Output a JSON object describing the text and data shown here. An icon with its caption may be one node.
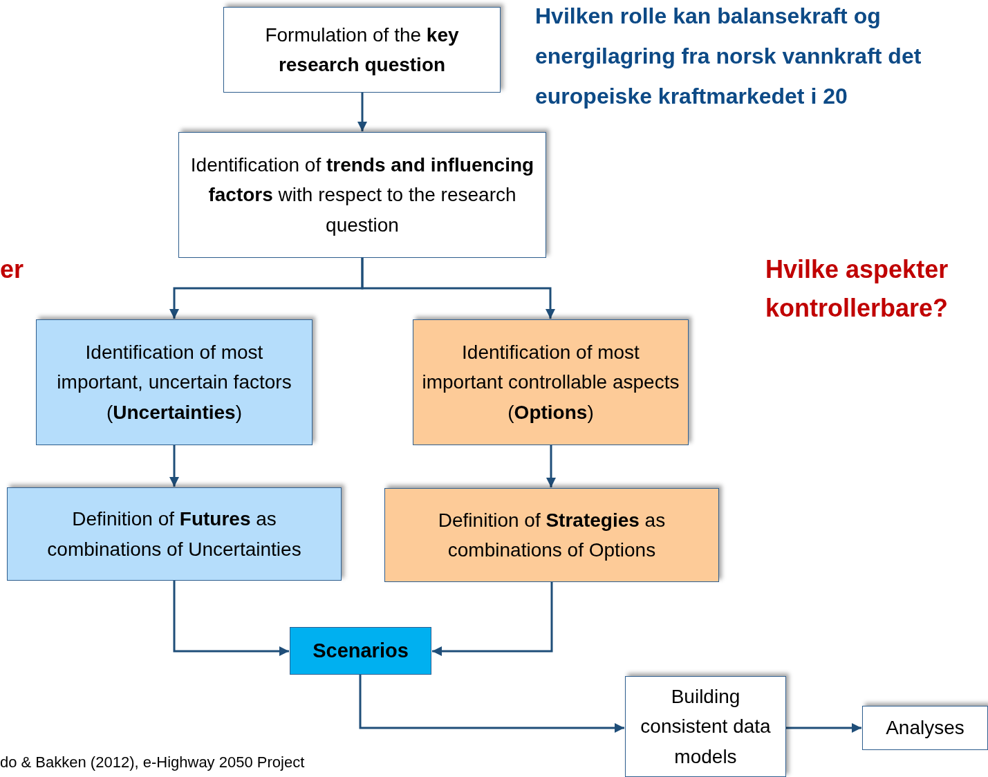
{
  "diagram": {
    "title": "Hvilken rolle kan balansekraft og energilagring fra norsk vannkraft det europeiske kraftmarkedet i 20",
    "caption": "do & Bakken (2012), e-Highway 2050 Project",
    "nodes": [
      {
        "text": [
          "Formulation of the **key research question**"
        ]
      },
      {
        "text": [
          "Identification of **trends and influencing factors** with respect to the research question"
        ]
      },
      {
        "text": [
          "Identification of most important, uncertain factors (**Uncertainties**)"
        ]
      },
      {
        "text": [
          "Identification of most important controllable aspects (**Options**)"
        ]
      },
      {
        "text": [
          "Definition of **Futures** as combinations of Uncertainties"
        ]
      },
      {
        "text": [
          "Definition of **Strategies** as combinations of Options"
        ]
      },
      {
        "text": [
          "Scenarios"
        ]
      },
      {
        "text": [
          "Building consistent data models"
        ]
      },
      {
        "text": [
          "Analyses"
        ]
      }
    ],
    "edges": [
      {
        "from": 0,
        "to": 1,
        "arrow": "to"
      },
      {
        "from": 1,
        "to": 2,
        "arrow": "to"
      },
      {
        "from": 1,
        "to": 3,
        "arrow": "to"
      },
      {
        "from": 2,
        "to": 4,
        "arrow": "to"
      },
      {
        "from": 3,
        "to": 5,
        "arrow": "to"
      },
      {
        "from": 4,
        "to": 6,
        "arrow": "to"
      },
      {
        "from": 5,
        "to": 6,
        "arrow": "to"
      },
      {
        "from": 6,
        "to": 7,
        "arrow": "to"
      },
      {
        "from": 7,
        "to": 8,
        "arrow": "to"
      }
    ],
    "labels": [
      "er",
      "Hvilke aspekter kontrollerbare?"
    ]
  }
}
